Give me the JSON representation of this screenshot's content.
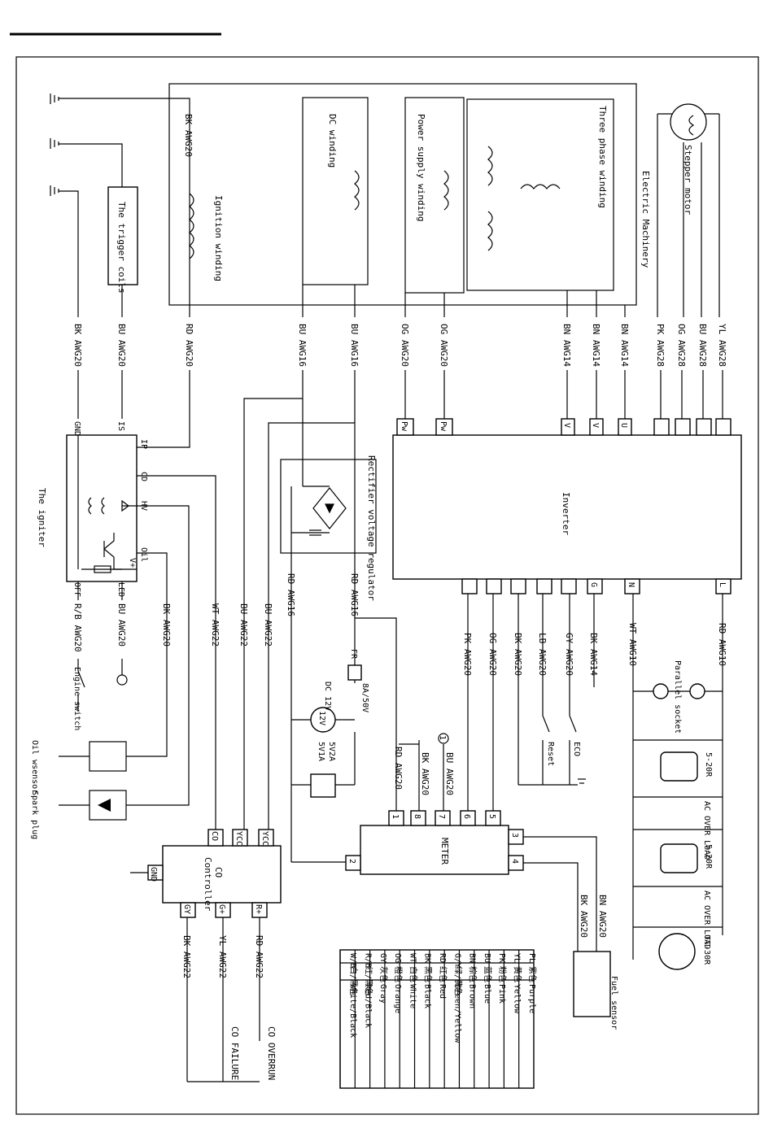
{
  "windings": {
    "wire_top": "BK AWG20",
    "ignition": "Ignition winding",
    "dc": "DC winding",
    "power_supply": "Power supply winding",
    "three_phase": "Three phase winding",
    "machine": "Electric Machinery",
    "stepper": "Stepper motor",
    "trigger": "The trigger coils"
  },
  "top_wires": [
    "BK AWG20",
    "BU AWG20",
    "RD AWG20",
    "BU AWG16",
    "BU AWG16",
    "OG AWG20",
    "OG AWG20",
    "BN AWG14",
    "BN AWG14",
    "BN AWG14",
    "PK AWG28",
    "OG AWG28",
    "BU AWG28",
    "YL AWG28"
  ],
  "inverter": {
    "label": "Inverter",
    "top_pins": [
      "Pw",
      "Pw",
      "V",
      "V",
      "U"
    ],
    "bottom_pins": [
      "G",
      "N",
      "L"
    ]
  },
  "igniter": {
    "label": "The igniter",
    "pins": [
      "GND",
      "IS",
      "IP",
      "CD",
      "HV",
      "Oil",
      "OFF",
      "LED"
    ],
    "vplus": "V+"
  },
  "rectifier": "Rectifier voltage regulator",
  "mid_wires": [
    "RD AWG16",
    "RD AWG16",
    "R/B AWG20",
    "BU AWG20",
    "BK AWG20",
    "WT AWG22",
    "BU AWG22",
    "BU AWG22",
    "PK AWG20",
    "OG AWG20",
    "BK AWG20",
    "LB AWG20",
    "GY AWG20",
    "BK AWG14",
    "WT AWG10",
    "RD AWG10"
  ],
  "fuse": {
    "fr": "FR",
    "rating": "8A/50V"
  },
  "dc12": {
    "label": "DC 12V",
    "symbol": "12V"
  },
  "usb": [
    "5V2A",
    "5V1A"
  ],
  "engine_switch": "Engine switch",
  "oil_sensor": "Oil wsensor",
  "spark_plug": "Spark plug",
  "reset": "Reset",
  "eco": "ECO",
  "meter": {
    "label": "METER",
    "pins": [
      "1",
      "8",
      "7",
      "6",
      "5",
      "2",
      "3",
      "4"
    ],
    "wires": [
      "RD AWG20",
      "BK AWG20",
      "BU AWG20"
    ],
    "circle": "1"
  },
  "co": {
    "label1": "CO",
    "label2": "Controller",
    "pins": [
      "GND",
      "CO",
      "YCC",
      "YCC",
      "GY",
      "G+",
      "R+"
    ],
    "wires": [
      "BK AWG22",
      "YL AWG22",
      "RD AWG22"
    ],
    "failure": "CO FAILURE",
    "overrun": "CO OVERRUN"
  },
  "outlets": {
    "parallel": "Parallel socket",
    "r1": "5-20R",
    "r2": "5-20R",
    "ac1": "AC OVER LOAD",
    "ac2": "AC OVER LOAD",
    "tt": "TT-30R"
  },
  "fuel": {
    "label": "Fuel sensor",
    "wires": [
      "BN AWG20",
      "BK AWG20"
    ]
  },
  "color_table": [
    [
      "PL",
      "紫色",
      "Purple"
    ],
    [
      "YL",
      "黄色",
      "Yellow"
    ],
    [
      "PK",
      "粉色",
      "Pink"
    ],
    [
      "BU",
      "蓝色",
      "Blue"
    ],
    [
      "BN",
      "棕色",
      "Brown"
    ],
    [
      "G/Y",
      "绿/黄色",
      "Green/Yellow"
    ],
    [
      "RD",
      "红色",
      "Red"
    ],
    [
      "BK",
      "黑色",
      "Black"
    ],
    [
      "WT",
      "白色",
      "White"
    ],
    [
      "OG",
      "橙色",
      "Orange"
    ],
    [
      "GY",
      "灰色",
      "Gray"
    ],
    [
      "R/B",
      "红/黑色",
      "Red/Black"
    ],
    [
      "W/B",
      "白/黑色",
      "White/Black"
    ]
  ]
}
